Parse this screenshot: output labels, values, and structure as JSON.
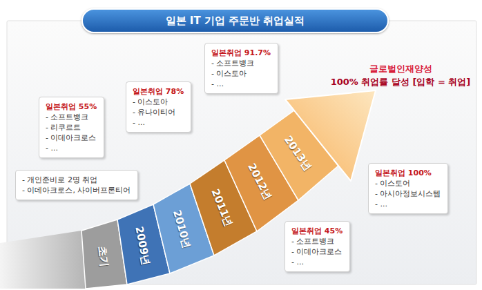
{
  "diagram": {
    "title": "일본 IT 기업 주문반 취업실적",
    "nodes": [
      {
        "text": [
          "일본 IT 기업 주문반 취업실적"
        ]
      },
      {
        "text": [
          "일본취업 91.7%",
          "- 소프트뱅크",
          "- 이스토아",
          "- ..."
        ]
      },
      {
        "text": [
          "일본취업 78%",
          "- 이스토아",
          "- 유나이티어",
          "- ..."
        ]
      },
      {
        "text": [
          "일본취업 55%",
          "- 소프트뱅크",
          "- 리쿠르트",
          "- 이데아크로스",
          "- ..."
        ]
      },
      {
        "text": [
          "일본취업 100%",
          "- 이스토어",
          "- 아시아정보시스템",
          "- ..."
        ]
      },
      {
        "text": [
          "- 개인준비로 2명 취업",
          "- 이데아크로스, 사이버프론티어"
        ]
      },
      {
        "text": [
          "일본취업 45%",
          "- 소프트뱅크",
          "- 이데아크로스",
          "- ..."
        ]
      }
    ],
    "labels": [
      "초기",
      "2009년",
      "2010년",
      "2011년",
      "2012년",
      "2013년",
      "글로벌인재양성",
      "100% 취업률 달성 [입학 = 취업]"
    ]
  }
}
